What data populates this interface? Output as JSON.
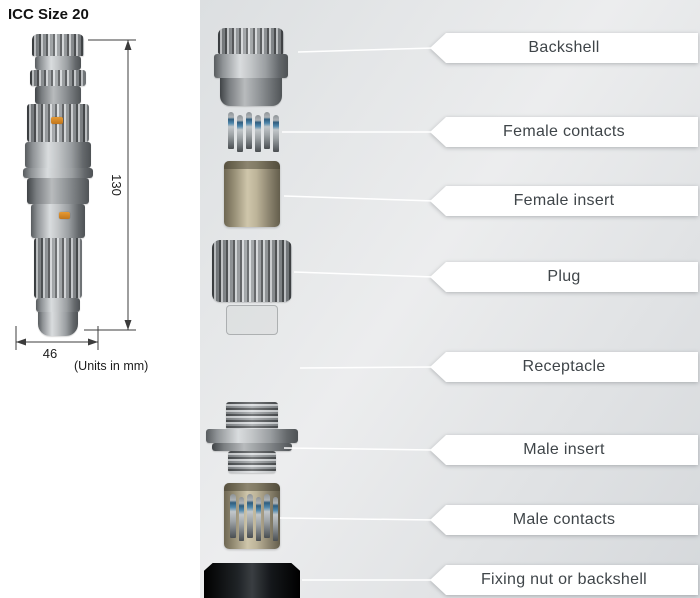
{
  "title": "ICC Size 20",
  "dimension": {
    "height_mm": "130",
    "width_mm": "46",
    "units_note": "(Units in mm)"
  },
  "labels": [
    {
      "label": "Backshell"
    },
    {
      "label": "Female contacts"
    },
    {
      "label": "Female insert"
    },
    {
      "label": "Plug"
    },
    {
      "label": "Receptacle"
    },
    {
      "label": "Male insert"
    },
    {
      "label": "Male contacts"
    },
    {
      "label": "Fixing nut or backshell"
    }
  ]
}
